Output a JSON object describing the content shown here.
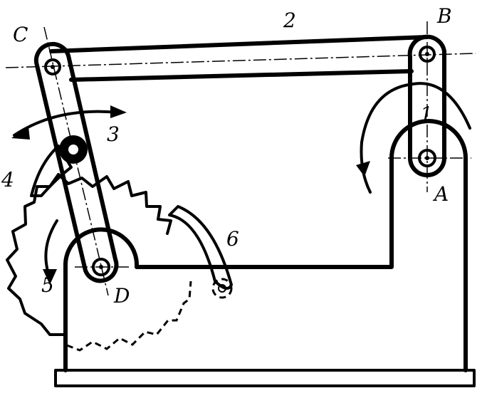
{
  "labels": {
    "A": "A",
    "B": "B",
    "C": "C",
    "D": "D",
    "n1": "1",
    "n2": "2",
    "n3": "3",
    "n4": "4",
    "n5": "5",
    "n6": "6"
  }
}
